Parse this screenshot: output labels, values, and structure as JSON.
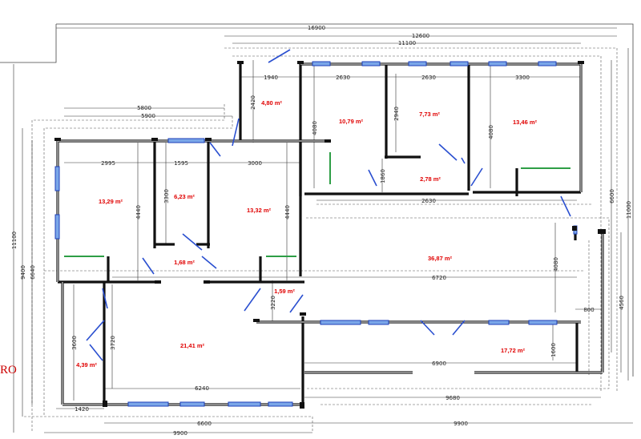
{
  "edge_text": "RO",
  "dimensions": {
    "top_total": "16900",
    "top_2": "12600",
    "top_3": "11100",
    "left_block_outer": "5800",
    "left_block_inner": "5900",
    "seg_1940": "1940",
    "seg_2630a": "2630",
    "seg_2630b": "2630",
    "seg_3300": "3300",
    "seg_2995": "2995",
    "seg_1595": "1595",
    "seg_3000": "3000",
    "seg_2630c": "2630",
    "seg_6720": "6720",
    "seg_6900": "6900",
    "seg_9680": "9680",
    "seg_9900_bottom": "9900",
    "seg_6240": "6240",
    "seg_1420": "1420",
    "seg_6600_bottom": "6600",
    "seg_9900_left": "9900",
    "seg_800": "800",
    "v_2420": "2420",
    "v_2940": "2940",
    "v_4080a": "4080",
    "v_4080b": "4080",
    "v_1860": "1860",
    "v_3300": "3300",
    "v_4440a": "4440",
    "v_4440b": "4440",
    "v_4080c": "4080",
    "v_3220": "3220",
    "v_3600": "3600",
    "v_3720": "3720",
    "v_1600": "1600",
    "v_4560": "4560",
    "v_6600": "6600",
    "v_11000": "11000",
    "v_11100": "11100",
    "v_9400": "9400",
    "v_6640": "6640"
  },
  "areas": {
    "a1": "4,80 m²",
    "a2": "10,79 m²",
    "a3": "7,73 m²",
    "a4": "13,46 m²",
    "a5": "2,78 m²",
    "a6": "13,29 m²",
    "a7": "6,23 m²",
    "a8": "13,32 m²",
    "a9": "36,87 m²",
    "a10": "1,68 m²",
    "a11": "1,59 m²",
    "a12": "21,41 m²",
    "a13": "4,39 m²",
    "a14": "17,72 m²"
  }
}
